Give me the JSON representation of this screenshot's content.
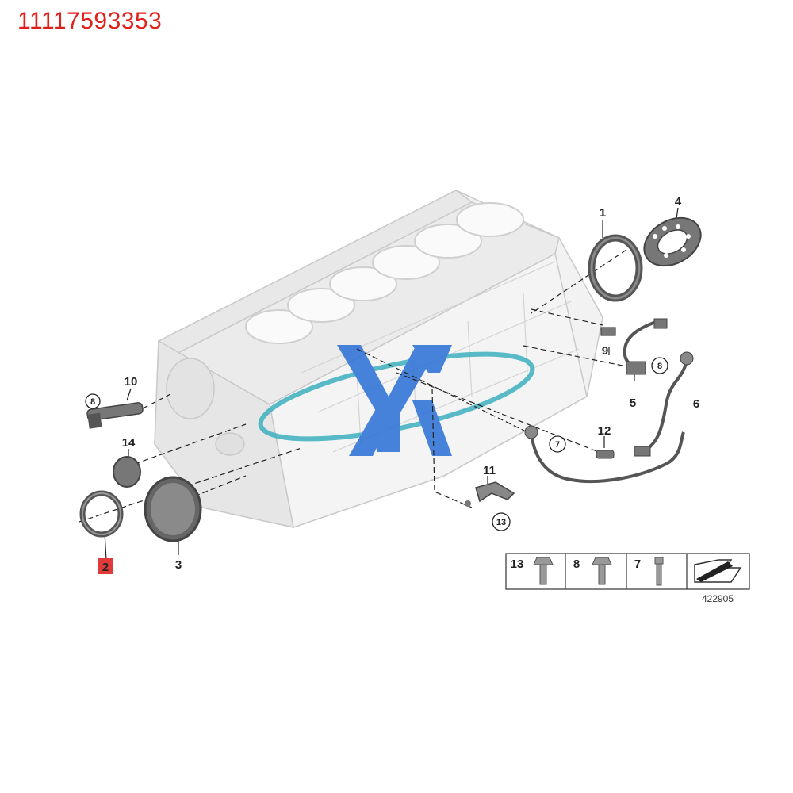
{
  "header": {
    "part_number": "11117593353"
  },
  "callouts": {
    "c1": "1",
    "c2": "2",
    "c3": "3",
    "c4": "4",
    "c5": "5",
    "c6": "6",
    "c7": "7",
    "c8a": "8",
    "c8b": "8",
    "c9": "9",
    "c10": "10",
    "c11": "11",
    "c12": "12",
    "c13": "13",
    "c14": "14"
  },
  "legend": {
    "b13": "13",
    "b8": "8",
    "b7": "7",
    "ref_number": "422905"
  },
  "colors": {
    "part_number": "#e0201b",
    "highlight": "#e03a3a",
    "watermark": "#2a6fd6"
  },
  "highlighted_part": "2",
  "icons": [
    "engine-block",
    "seal-ring",
    "cover-plug",
    "sensor",
    "bolt",
    "arrow"
  ]
}
